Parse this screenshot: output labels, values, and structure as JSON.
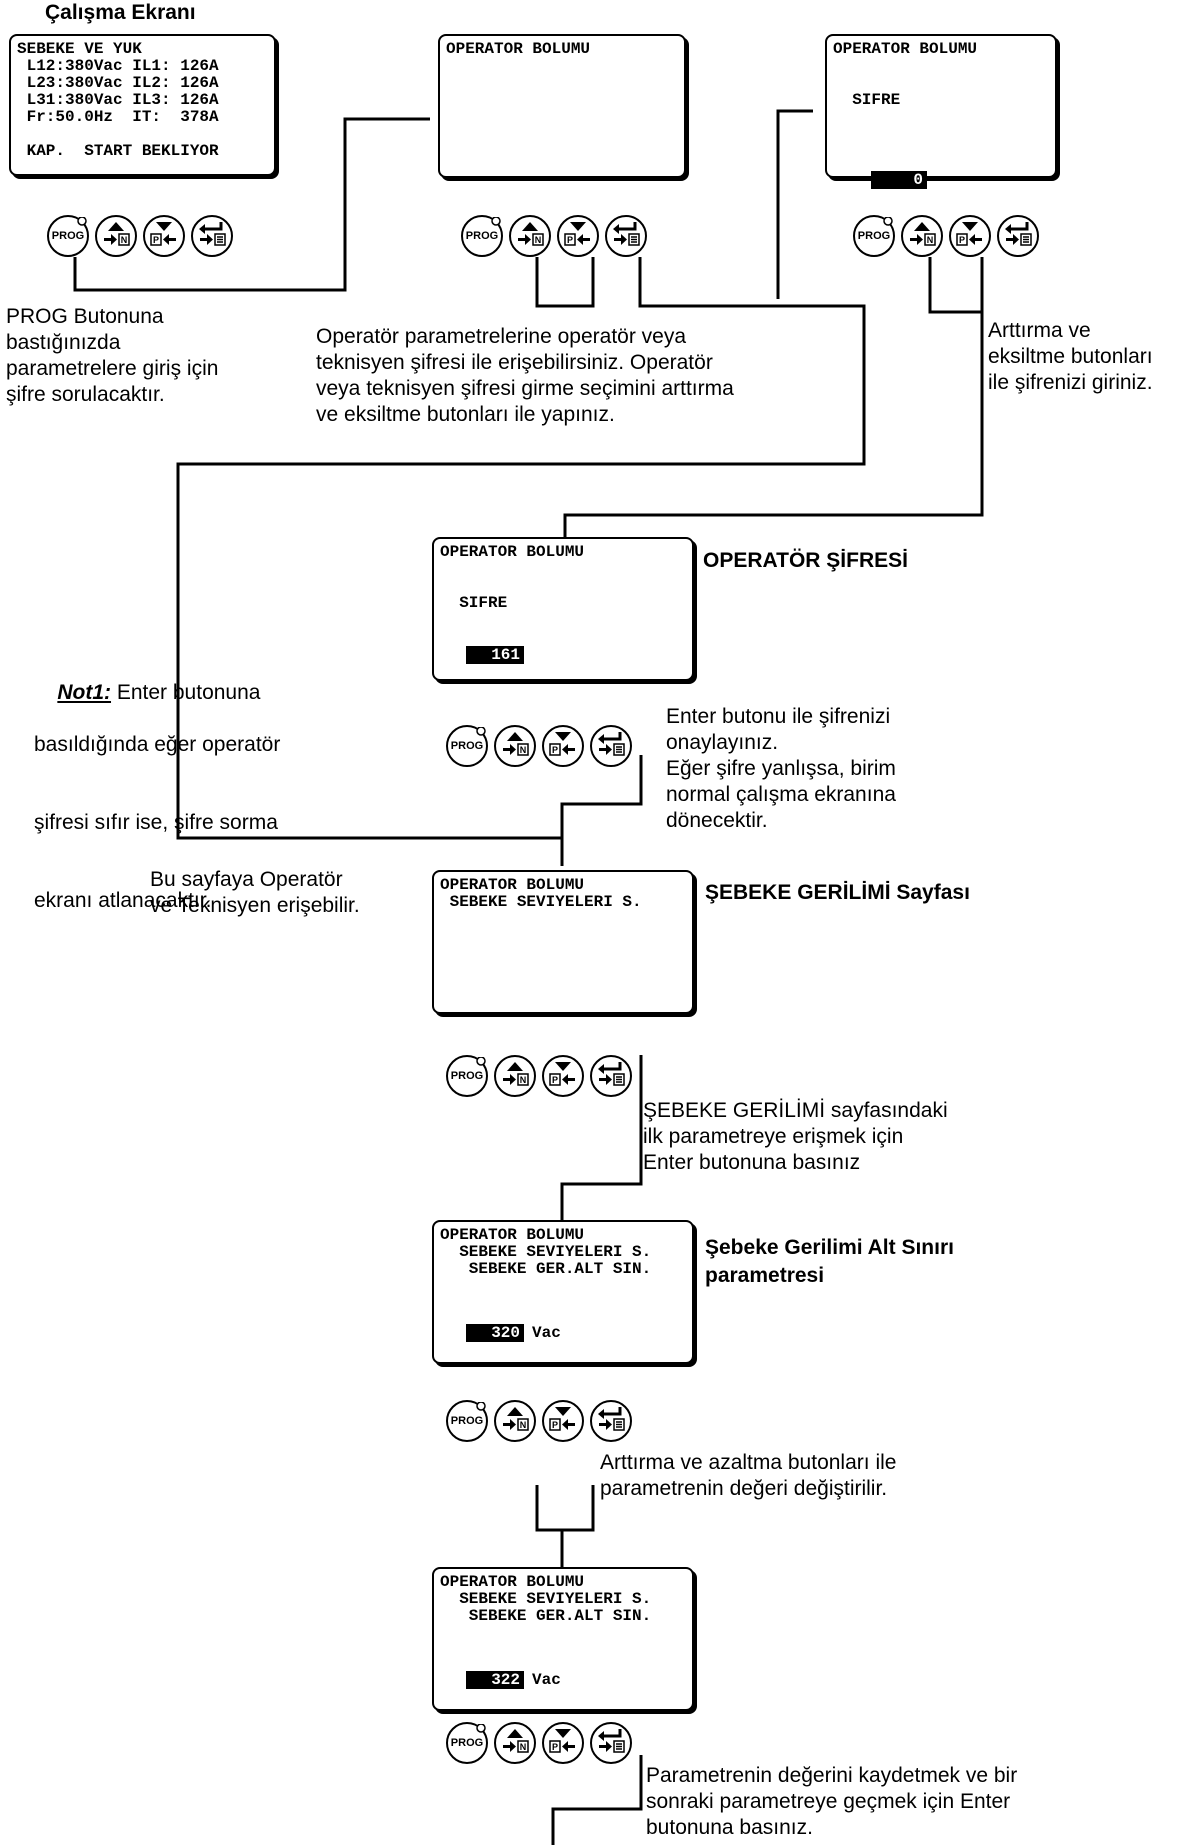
{
  "title": "Çalışma Ekranı",
  "screens": {
    "work": {
      "lines": [
        "SEBEKE VE YUK",
        " L12:380Vac IL1: 126A",
        " L23:380Vac IL2: 126A",
        " L31:380Vac IL3: 126A",
        " Fr:50.0Hz  IT:  378A",
        "",
        " KAP.  START BEKLIYOR"
      ]
    },
    "op1": {
      "lines": [
        "OPERATOR BOLUMU"
      ]
    },
    "op2": {
      "lines": [
        "OPERATOR BOLUMU",
        "",
        "",
        "  SIFRE"
      ],
      "value": "0"
    },
    "op3": {
      "lines": [
        "OPERATOR BOLUMU",
        "",
        "",
        "  SIFRE"
      ],
      "value": "161"
    },
    "op4": {
      "lines": [
        "OPERATOR BOLUMU",
        " SEBEKE SEVIYELERI S."
      ]
    },
    "op5": {
      "lines": [
        "OPERATOR BOLUMU",
        "  SEBEKE SEVIYELERI S.",
        "   SEBEKE GER.ALT SIN."
      ],
      "value": "320",
      "unit": "Vac"
    },
    "op6": {
      "lines": [
        "OPERATOR BOLUMU",
        "  SEBEKE SEVIYELERI S.",
        "   SEBEKE GER.ALT SIN."
      ],
      "value": "322",
      "unit": "Vac"
    }
  },
  "buttons": {
    "prog": "PROG",
    "up_icon": "up-arrow-N-icon",
    "down_icon": "down-arrow-P-icon",
    "enter_icon": "enter-icon"
  },
  "labels": {
    "operator_password": "OPERATÖR ŞİFRESİ",
    "grid_voltage_page": "ŞEBEKE GERİLİMİ Sayfası",
    "param_name_1": "Şebeke Gerilimi Alt Sınırı",
    "param_name_2": "parametresi"
  },
  "notes": {
    "prog": [
      "PROG Butonuna",
      "bastığınızda",
      "parametrelere giriş için",
      "şifre sorulacaktır."
    ],
    "operator": [
      "Operatör parametrelerine operatör veya",
      "teknisyen şifresi ile erişebilirsiniz. Operatör",
      "veya teknisyen şifresi girme seçimini arttırma",
      "ve eksiltme butonları ile yapınız."
    ],
    "increase": [
      "Arttırma ve",
      "eksiltme butonları",
      "ile şifrenizi giriniz."
    ],
    "not1_label": "Not1:",
    "not1": [
      " Enter butonuna",
      "basıldığında eğer operatör",
      "şifresi sıfır ise, şifre sorma",
      "ekranı atlanacaktır."
    ],
    "enter": [
      "Enter butonu ile şifrenizi",
      "onaylayınız.",
      "Eğer şifre yanlışsa, birim",
      "normal çalışma ekranına",
      "dönecektir."
    ],
    "access": [
      "Bu sayfaya Operatör",
      "ve Teknisyen erişebilir."
    ],
    "first_param": [
      "ŞEBEKE GERİLİMİ sayfasındaki",
      "ilk parametreye erişmek için",
      "Enter butonuna basınız"
    ],
    "change": [
      "Arttırma ve azaltma butonları ile",
      "parametrenin değeri değiştirilir."
    ],
    "save": [
      "Parametrenin değerini kaydetmek ve bir",
      "sonraki parametreye geçmek için Enter",
      "butonuna basınız."
    ]
  }
}
